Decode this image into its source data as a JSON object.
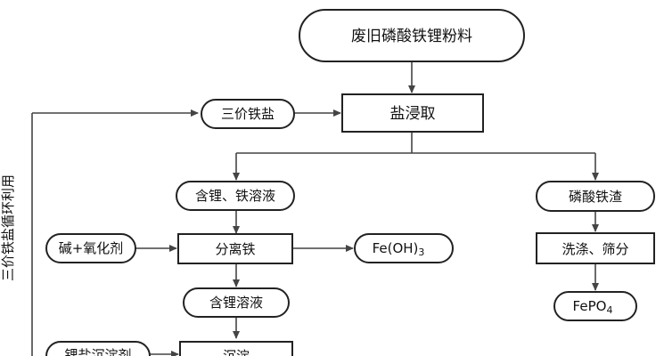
{
  "diagram": {
    "nodes": {
      "start": "废旧磷酸铁锂粉料",
      "leach": "盐浸取",
      "ferric_salt": "三价铁盐",
      "li_fe_solution": "含锂、铁溶液",
      "fe_residue": "磷酸铁渣",
      "alkali_oxidant": "碱+氧化剂",
      "separate_fe": "分离铁",
      "fe_oh3_main": "Fe(OH)",
      "fe_oh3_sub": "3",
      "wash_sieve": "洗涤、筛分",
      "li_solution": "含锂溶液",
      "fepo4_main": "FePO",
      "fepo4_sub": "4",
      "precipitant": "锂盐沉淀剂",
      "precipitate": "沉淀"
    },
    "side_label": "三价铁盐循环利用"
  },
  "colors": {
    "stroke": "#222222",
    "line": "#444444",
    "text": "#111111"
  }
}
